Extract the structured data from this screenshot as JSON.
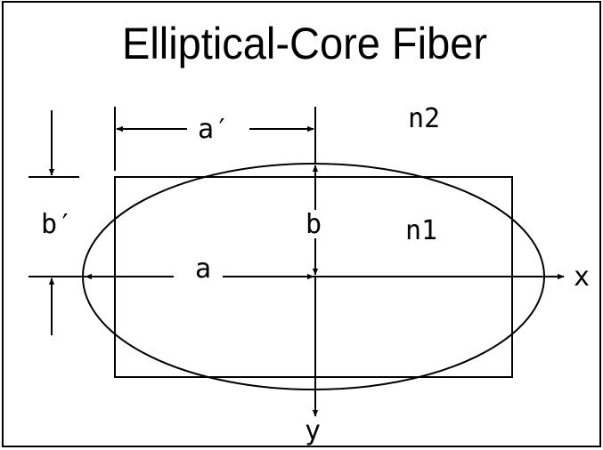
{
  "title": "Elliptical-Core Fiber",
  "labels": {
    "a_prime": "a′",
    "a": "a",
    "b_prime": "b′",
    "b": "b",
    "n1": "n1",
    "n2": "n2",
    "x": "x",
    "y": "y"
  },
  "colors": {
    "ink": "#000000",
    "background": "#ffffff"
  }
}
